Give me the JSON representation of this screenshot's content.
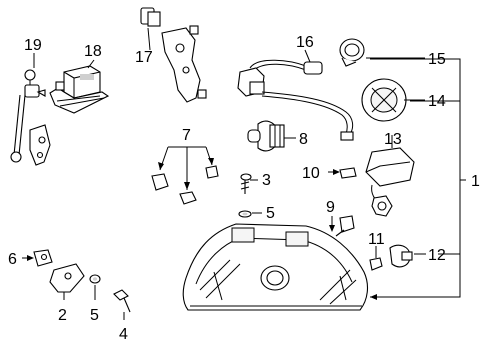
{
  "diagram": {
    "callouts": [
      "1",
      "2",
      "3",
      "4",
      "5",
      "5",
      "6",
      "7",
      "8",
      "9",
      "10",
      "11",
      "12",
      "13",
      "14",
      "15",
      "16",
      "17",
      "18",
      "19"
    ],
    "colors": {
      "ink": "#000000",
      "background": "#ffffff"
    }
  }
}
